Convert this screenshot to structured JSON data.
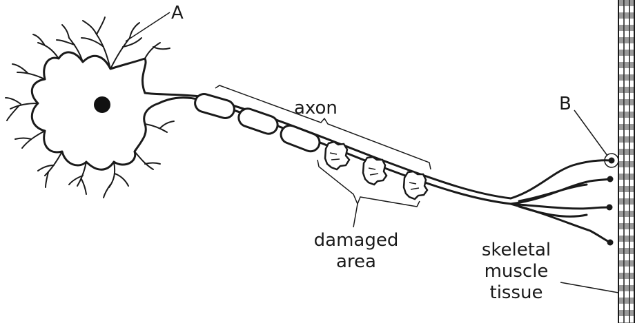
{
  "labels": {
    "a": "A",
    "b": "B",
    "axon": "axon",
    "damaged_area_line1": "damaged",
    "damaged_area_line2": "area",
    "tissue_line1": "skeletal",
    "tissue_line2": "muscle",
    "tissue_line3": "tissue"
  },
  "colors": {
    "ink": "#1a1a1a",
    "muscle_band": "#9a9a9a",
    "background": "#ffffff"
  }
}
